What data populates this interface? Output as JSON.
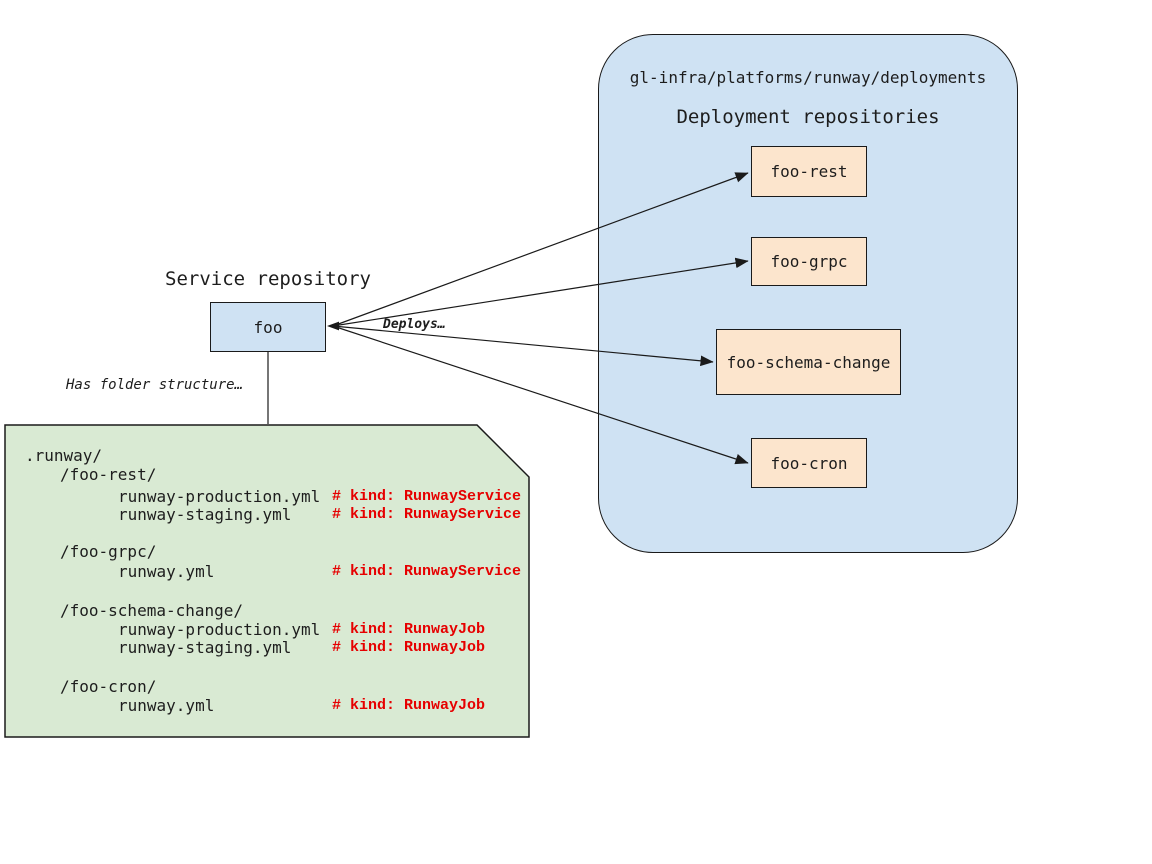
{
  "colors": {
    "panel_blue": "#cfe2f3",
    "box_orange": "#fce5cd",
    "note_green": "#d9ead3",
    "comment_red": "#e60000",
    "line_dark": "#1a1a1a"
  },
  "deployments_panel": {
    "breadcrumb": "gl-infra/platforms/runway/deployments",
    "title": "Deployment repositories",
    "repos": [
      {
        "label": "foo-rest"
      },
      {
        "label": "foo-grpc"
      },
      {
        "label": "foo-schema-change"
      },
      {
        "label": "foo-cron"
      }
    ]
  },
  "service_repo": {
    "caption": "Service repository",
    "box_label": "foo"
  },
  "edges": {
    "deploys_label": "Deploys…",
    "folder_label": "Has folder structure…"
  },
  "folder_note": {
    "lines": [
      {
        "text": ".runway/"
      },
      {
        "text": "/foo-rest/"
      },
      {
        "text": "runway-production.yml",
        "comment": "# kind: RunwayService"
      },
      {
        "text": "runway-staging.yml",
        "comment": "# kind: RunwayService"
      },
      {
        "text": "/foo-grpc/"
      },
      {
        "text": "runway.yml",
        "comment": "# kind: RunwayService"
      },
      {
        "text": "/foo-schema-change/"
      },
      {
        "text": "runway-production.yml",
        "comment": "# kind: RunwayJob"
      },
      {
        "text": "runway-staging.yml",
        "comment": "# kind: RunwayJob"
      },
      {
        "text": "/foo-cron/"
      },
      {
        "text": "runway.yml",
        "comment": "# kind: RunwayJob"
      }
    ]
  }
}
